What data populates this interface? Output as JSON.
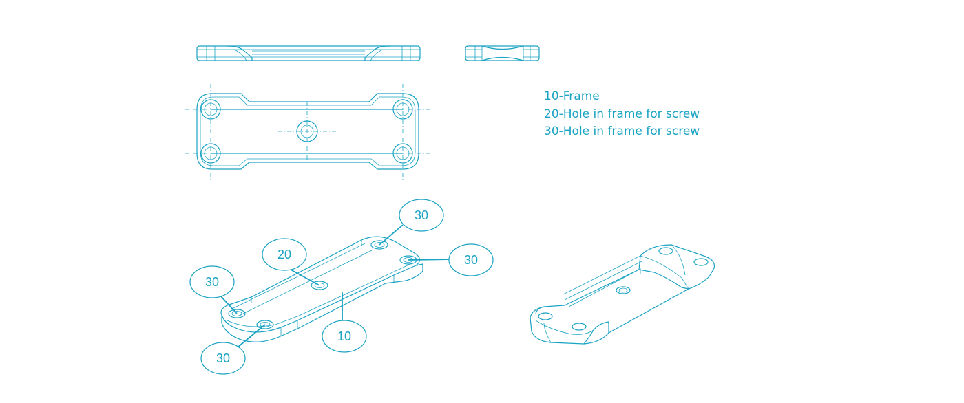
{
  "legend": {
    "items": [
      "10-Frame",
      "20-Hole in frame for screw",
      "30-Hole in frame for screw"
    ]
  },
  "callouts": {
    "frame": "10",
    "center_hole": "20",
    "corner_hole_top_right": "30",
    "corner_hole_right": "30",
    "corner_hole_left": "30",
    "corner_hole_bottom": "30"
  },
  "colors": {
    "line": "#1aa3c2",
    "background": "#ffffff"
  }
}
